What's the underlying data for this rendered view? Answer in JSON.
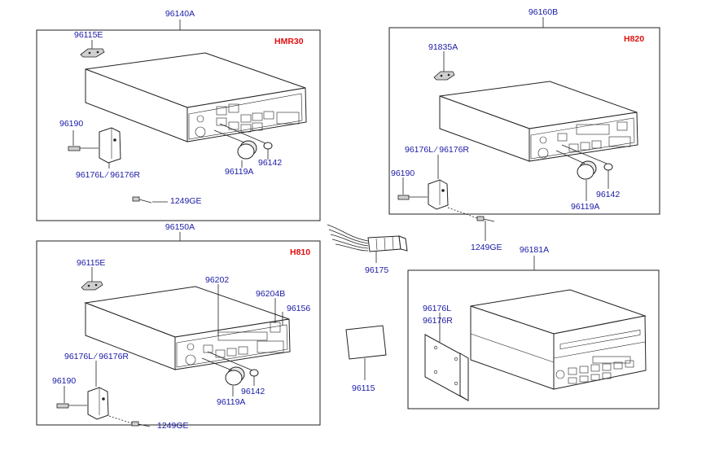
{
  "groups": {
    "top_left": {
      "ref": "96140A",
      "model": "HMR30"
    },
    "top_right": {
      "ref": "96160B",
      "model": "H820"
    },
    "bottom_left": {
      "ref": "96150A",
      "model": "H810"
    },
    "bottom_right": {
      "ref": "96181A"
    }
  },
  "labels": {
    "tl_96115E": "96115E",
    "tl_96190": "96190",
    "tl_96176": "96176L ∕ 96176R",
    "tl_96119A": "96119A",
    "tl_96142": "96142",
    "tl_1249GE": "1249GE",
    "tr_91835A": "91835A",
    "tr_96176": "96176L ∕ 96176R",
    "tr_96190": "96190",
    "tr_96142": "96142",
    "tr_96119A": "96119A",
    "tr_1249GE": "1249GE",
    "bl_96115E": "96115E",
    "bl_96202": "96202",
    "bl_96204B": "96204B",
    "bl_96156": "96156",
    "bl_96176": "96176L ∕ 96176R",
    "bl_96190": "96190",
    "bl_96142": "96142",
    "bl_96119A": "96119A",
    "bl_1249GE": "1249GE",
    "c_96175": "96175",
    "c_96115": "96115",
    "br_96176L": "96176L",
    "br_96176R": "96176R"
  }
}
